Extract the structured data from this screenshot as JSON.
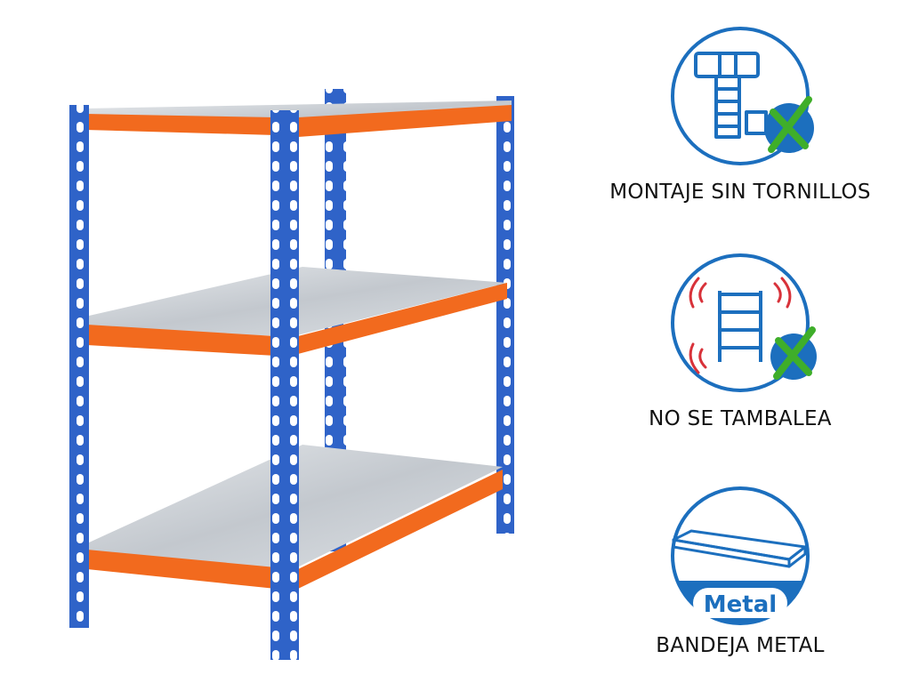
{
  "colors": {
    "frame_blue": "#2f63c8",
    "beam_orange": "#f26a1e",
    "shelf_metal": "#cfd4da",
    "icon_blue": "#1c6fbe",
    "check_green": "#3fae2a",
    "vibration_red": "#d8323a",
    "label_text": "#111111"
  },
  "features": [
    {
      "label": "MONTAJE SIN TORNILLOS",
      "icon": "boltless-icon"
    },
    {
      "label": "NO SE TAMBALEA",
      "icon": "stable-shelf-icon"
    },
    {
      "label": "BANDEJA METAL",
      "icon": "metal-tray-icon",
      "badge": "Metal"
    }
  ]
}
